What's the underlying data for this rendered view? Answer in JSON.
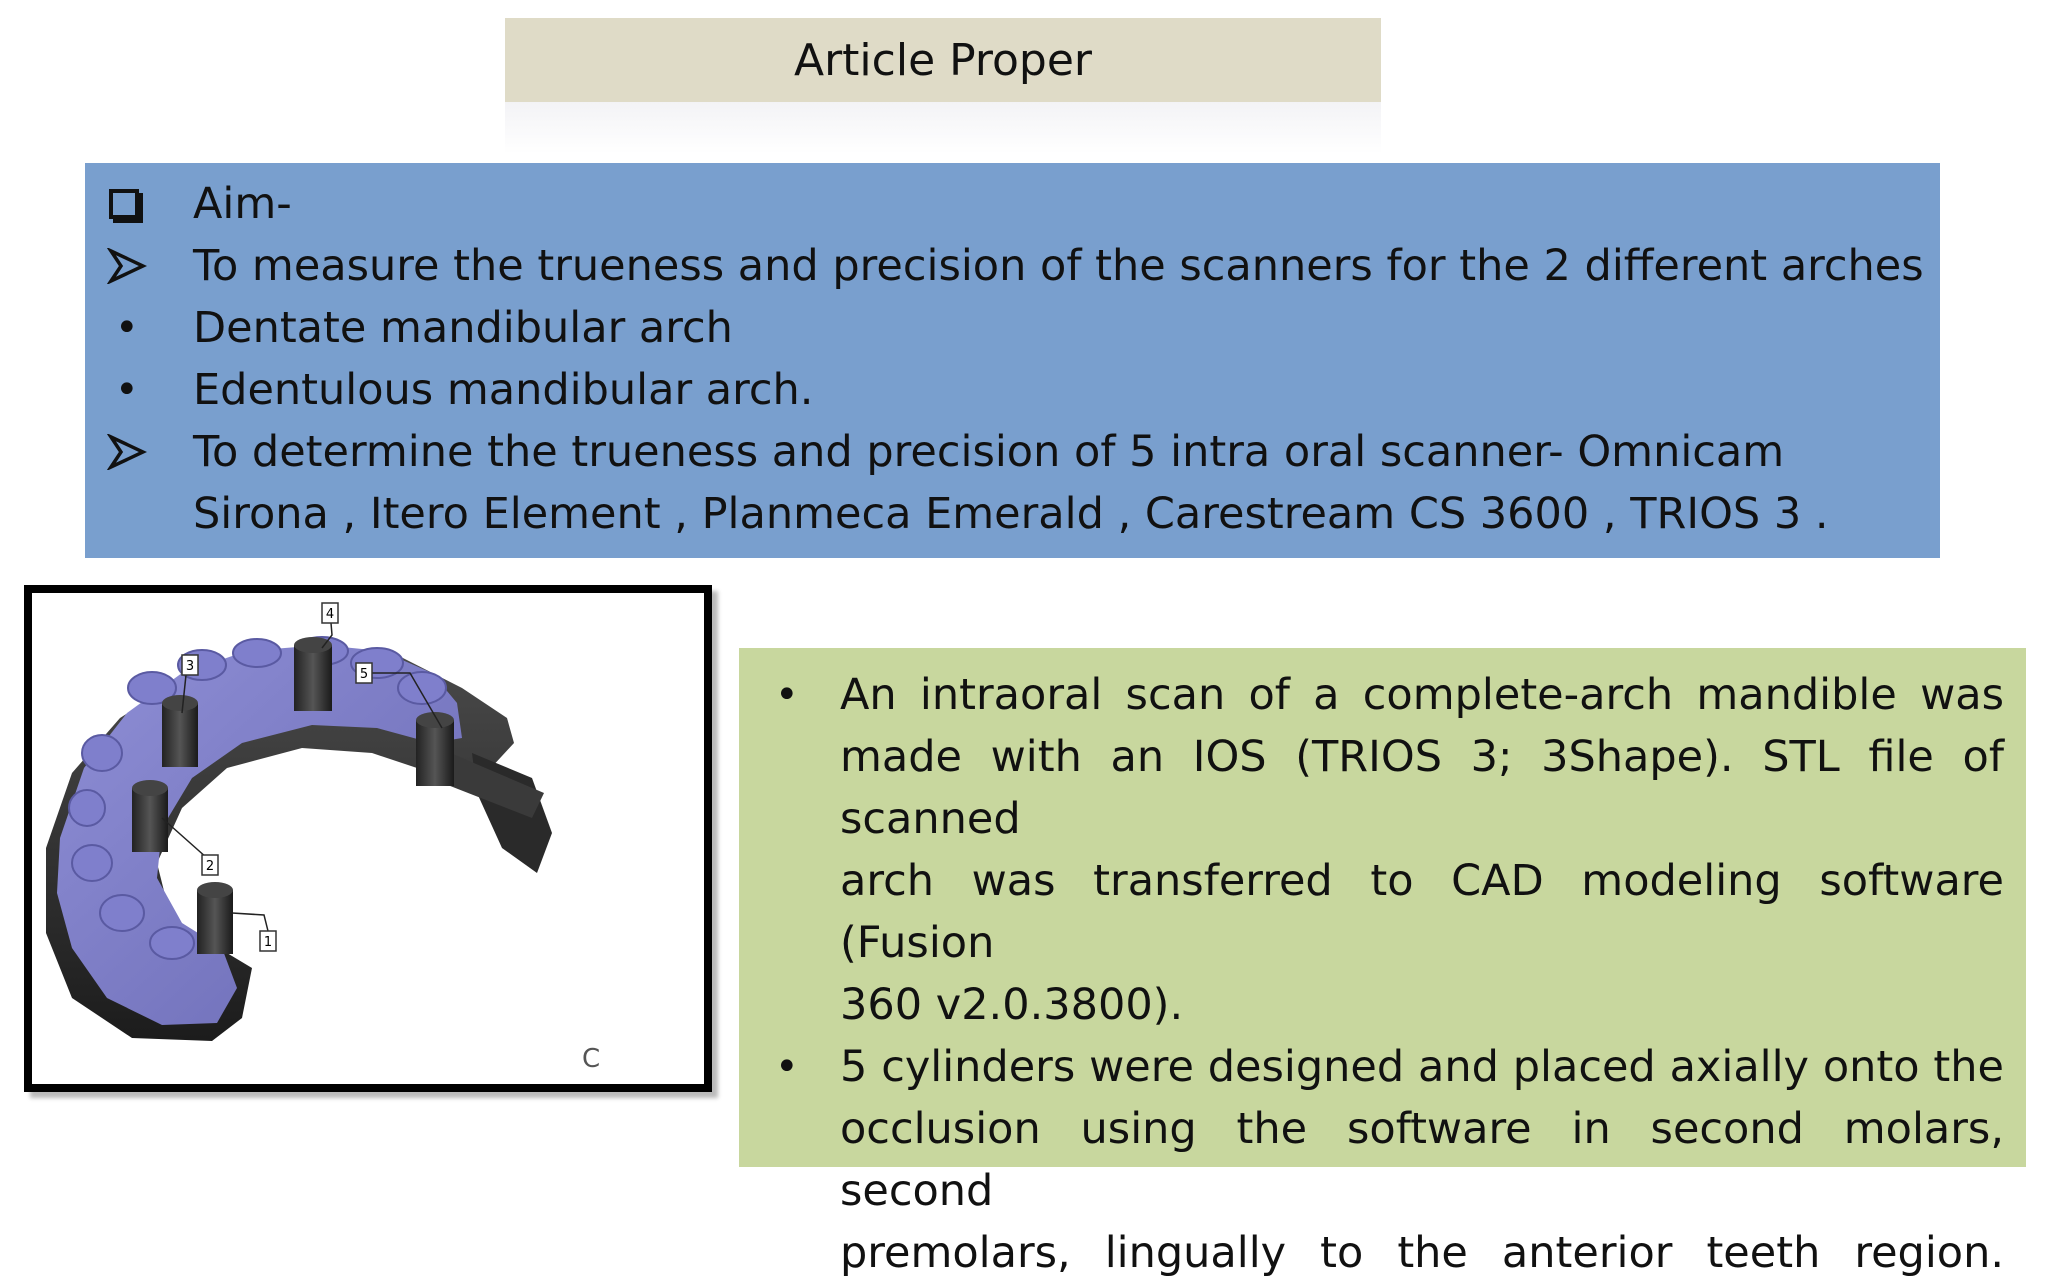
{
  "colors": {
    "title_bg": "#dfdbc7",
    "aim_bg": "#799fce",
    "method_bg": "#c8d79e"
  },
  "title": "Article Proper",
  "aim": {
    "heading": "Aim-",
    "heading_icon": "checkbox-square-icon",
    "points": [
      {
        "icon": "arrow-bullet-icon",
        "text": "To measure the trueness and precision of the scanners for the 2 different arches"
      },
      {
        "icon": "dot-bullet-icon",
        "text": "Dentate mandibular arch"
      },
      {
        "icon": "dot-bullet-icon",
        "text": "Edentulous mandibular arch."
      },
      {
        "icon": "arrow-bullet-icon",
        "text_line1": "To determine the trueness and precision of 5 intra oral scanner-  Omnicam",
        "text_line2": "Sirona , Itero Element , Planmeca Emerald , Carestream CS 3600 , TRIOS 3 ."
      }
    ]
  },
  "figure": {
    "callouts": [
      "1",
      "2",
      "3",
      "4",
      "5"
    ],
    "panel_letter": "C"
  },
  "method": {
    "bullet": "•",
    "item1_lines": [
      "An intraoral scan of a complete-arch mandible was",
      "made with an IOS (TRIOS 3; 3Shape). STL file of scanned",
      "arch was transferred to CAD modeling software (Fusion",
      "360  v2.0.3800)."
    ],
    "item2_lines": [
      "5 cylinders were designed and placed axially onto the",
      "occlusion using the software in second molars, second",
      "premolars, lingually to the anterior teeth region."
    ]
  }
}
